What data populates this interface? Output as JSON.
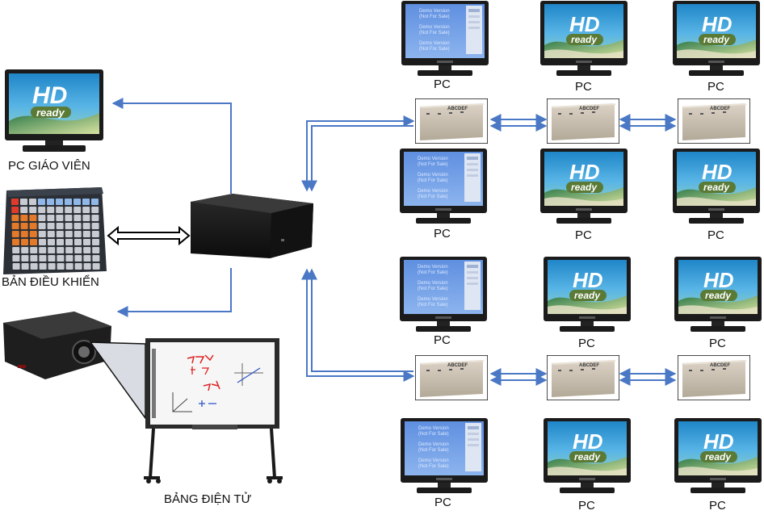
{
  "labels": {
    "teacher_pc": "PC GIÁO VIÊN",
    "control_panel": "BẢN ĐIỀU KHIỂN",
    "whiteboard": "BẢNG ĐIỆN TỬ",
    "pc": "PC"
  },
  "monitor_badges": {
    "hd": "HD",
    "ready": "ready"
  },
  "demo_text": [
    "Demo Version",
    "(Not For Sale)"
  ],
  "switch_brand": "ABCDEF",
  "colors": {
    "arrow_blue": "#4a78c5",
    "hub_black": "#1a1a1a",
    "switch_beige": "#c9bfb2",
    "screen_blue": "#7da8e8",
    "hd_sky": "#2a9ad6"
  }
}
